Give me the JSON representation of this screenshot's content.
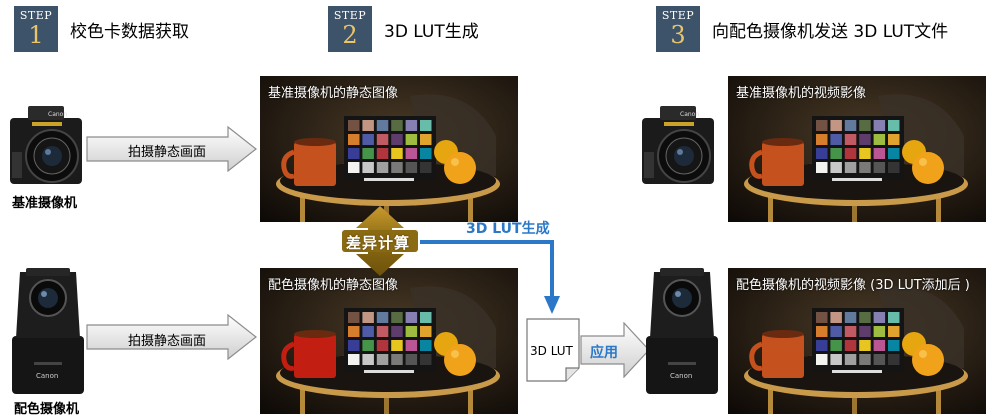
{
  "steps": [
    {
      "word": "STEP",
      "number": "1",
      "title": "校色卡数据获取"
    },
    {
      "word": "STEP",
      "number": "2",
      "title": "3D LUT生成"
    },
    {
      "word": "STEP",
      "number": "3",
      "title": "向配色摄像机发送 3D LUT文件"
    }
  ],
  "photos": {
    "ref_still": "基准摄像机的静态图像",
    "match_still": "配色摄像机的静态图像",
    "ref_video": "基准摄像机的视频影像",
    "match_video": "配色摄像机的视频影像 (3D LUT添加后 )"
  },
  "cameras": {
    "reference": "基准摄像机",
    "matching": "配色摄像机",
    "brand": "Canon"
  },
  "arrows": {
    "capture_top": "拍摄静态画面",
    "capture_bottom": "拍摄静态画面",
    "apply": "应用"
  },
  "process": {
    "difference": "差异计算",
    "lut_generate": "3D LUT生成",
    "lut_file": "3D LUT"
  },
  "colors": {
    "step_badge": "#3d5369",
    "step_number": "#e9c46a",
    "accent_blue": "#2b78c8",
    "diff_arrow": "#8a6a12"
  }
}
